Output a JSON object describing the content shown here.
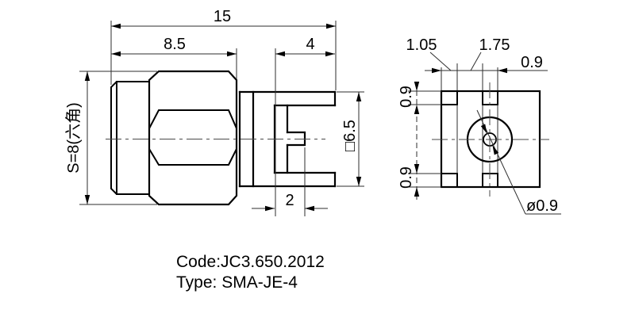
{
  "side_view": {
    "dim_total_length": "15",
    "dim_hex_length": "8.5",
    "dim_arm_length": "4",
    "dim_hex_size": "S=8(六角)",
    "dim_bracket_size": "□6.5",
    "dim_pin_length": "2"
  },
  "end_view": {
    "dim_leg_left": "1.05",
    "dim_slot": "1.75",
    "dim_leg_right": "0.9",
    "dim_leg_top": "0.9",
    "dim_leg_bottom": "0.9",
    "dim_hole_dia": "ø0.9"
  },
  "notes": {
    "code": "Code:JC3.650.2012",
    "type": "Type: SMA-JE-4"
  },
  "colors": {
    "line": "#000000",
    "background": "#ffffff"
  }
}
